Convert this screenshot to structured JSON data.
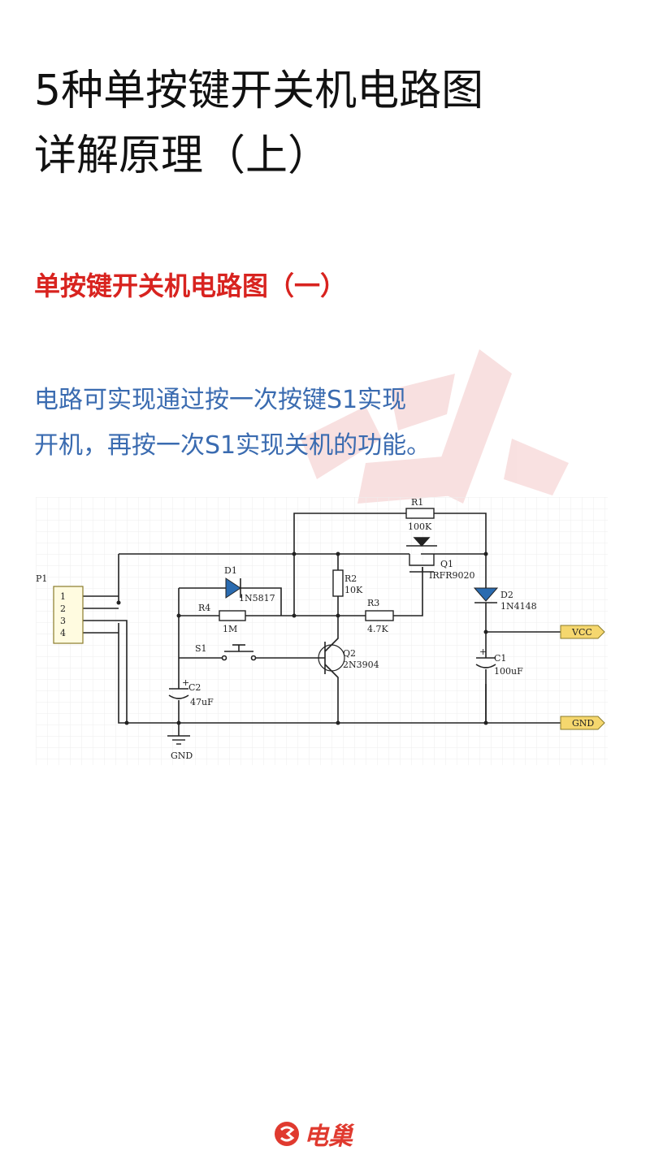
{
  "title": {
    "line1": "5种单按键开关机电路图",
    "line2": "详解原理（上）"
  },
  "subtitle": "单按键开关机电路图（一）",
  "description": {
    "line1": "电路可实现通过按一次按键S1实现",
    "line2": "开机，再按一次S1实现关机的功能。"
  },
  "schematic": {
    "connector": {
      "ref": "P1",
      "pins": [
        "1",
        "2",
        "3",
        "4"
      ]
    },
    "R1": {
      "ref": "R1",
      "value": "100K"
    },
    "Q1": {
      "ref": "Q1",
      "value": "IRFR9020"
    },
    "D1": {
      "ref": "D1",
      "value": "1N5817"
    },
    "R2": {
      "ref": "R2",
      "value": "10K"
    },
    "R3": {
      "ref": "R3",
      "value": "4.7K"
    },
    "R4": {
      "ref": "R4",
      "value": "1M"
    },
    "D2": {
      "ref": "D2",
      "value": "1N4148"
    },
    "S1": {
      "ref": "S1"
    },
    "Q2": {
      "ref": "Q2",
      "value": "2N3904"
    },
    "C1": {
      "ref": "C1",
      "value": "100uF"
    },
    "C2": {
      "ref": "C2",
      "value": "47uF"
    },
    "vcc_label": "VCC",
    "gnd_label": "GND",
    "gnd_symbol_label": "GND"
  },
  "footer": {
    "logo_text": "电巢"
  },
  "colors": {
    "title": "#111111",
    "subtitle": "#d8231f",
    "description": "#3a6bb0",
    "net_label_fill": "#f5d76e",
    "watermark": "#f6d4d4",
    "logo": "#e03a2f"
  }
}
